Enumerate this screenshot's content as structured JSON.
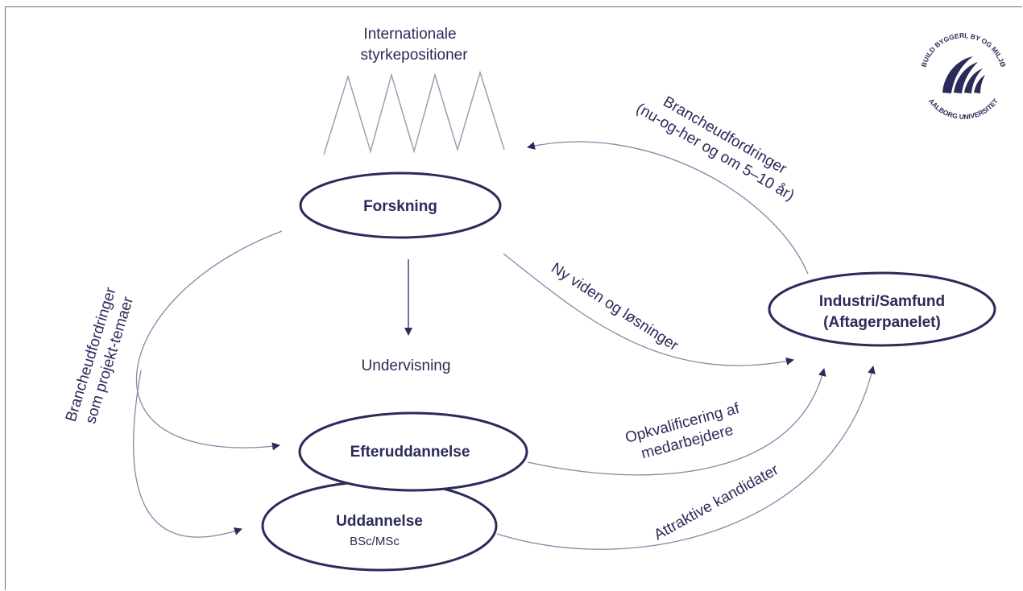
{
  "colors": {
    "ink": "#2a2b5a",
    "line": "#7f8aa6",
    "zigzag": "#9aa0b6",
    "frame": "#6a6d84"
  },
  "logo": {
    "icon": "aalborg-university-logo",
    "ring_top": "BUILD BYGGERI, BY OG MILJØ",
    "ring_bottom": "AALBORG UNIVERSITET"
  },
  "top_label": {
    "line1": "Internationale",
    "line2": "styrkepositioner"
  },
  "nodes": {
    "forskning": {
      "title": "Forskning"
    },
    "industri": {
      "line1": "Industri/Samfund",
      "line2": "(Aftagerpanelet)"
    },
    "efteruddannelse": {
      "title": "Efteruddannelse"
    },
    "uddannelse": {
      "title": "Uddannelse",
      "subtitle": "BSc/MSc"
    }
  },
  "undervisning": "Undervisning",
  "edges": {
    "branche_top": {
      "line1": "Brancheudfordringer",
      "line2": "(nu-og-her og om 5–10 år)"
    },
    "ny_viden": "Ny viden og løsninger",
    "branche_left": {
      "line1": "Brancheudfordringer",
      "line2": "som projekt-temaer"
    },
    "opkvalificering": {
      "line1": "Opkvalificering af",
      "line2": "medarbejdere"
    },
    "attraktive": "Attraktive kandidater"
  }
}
